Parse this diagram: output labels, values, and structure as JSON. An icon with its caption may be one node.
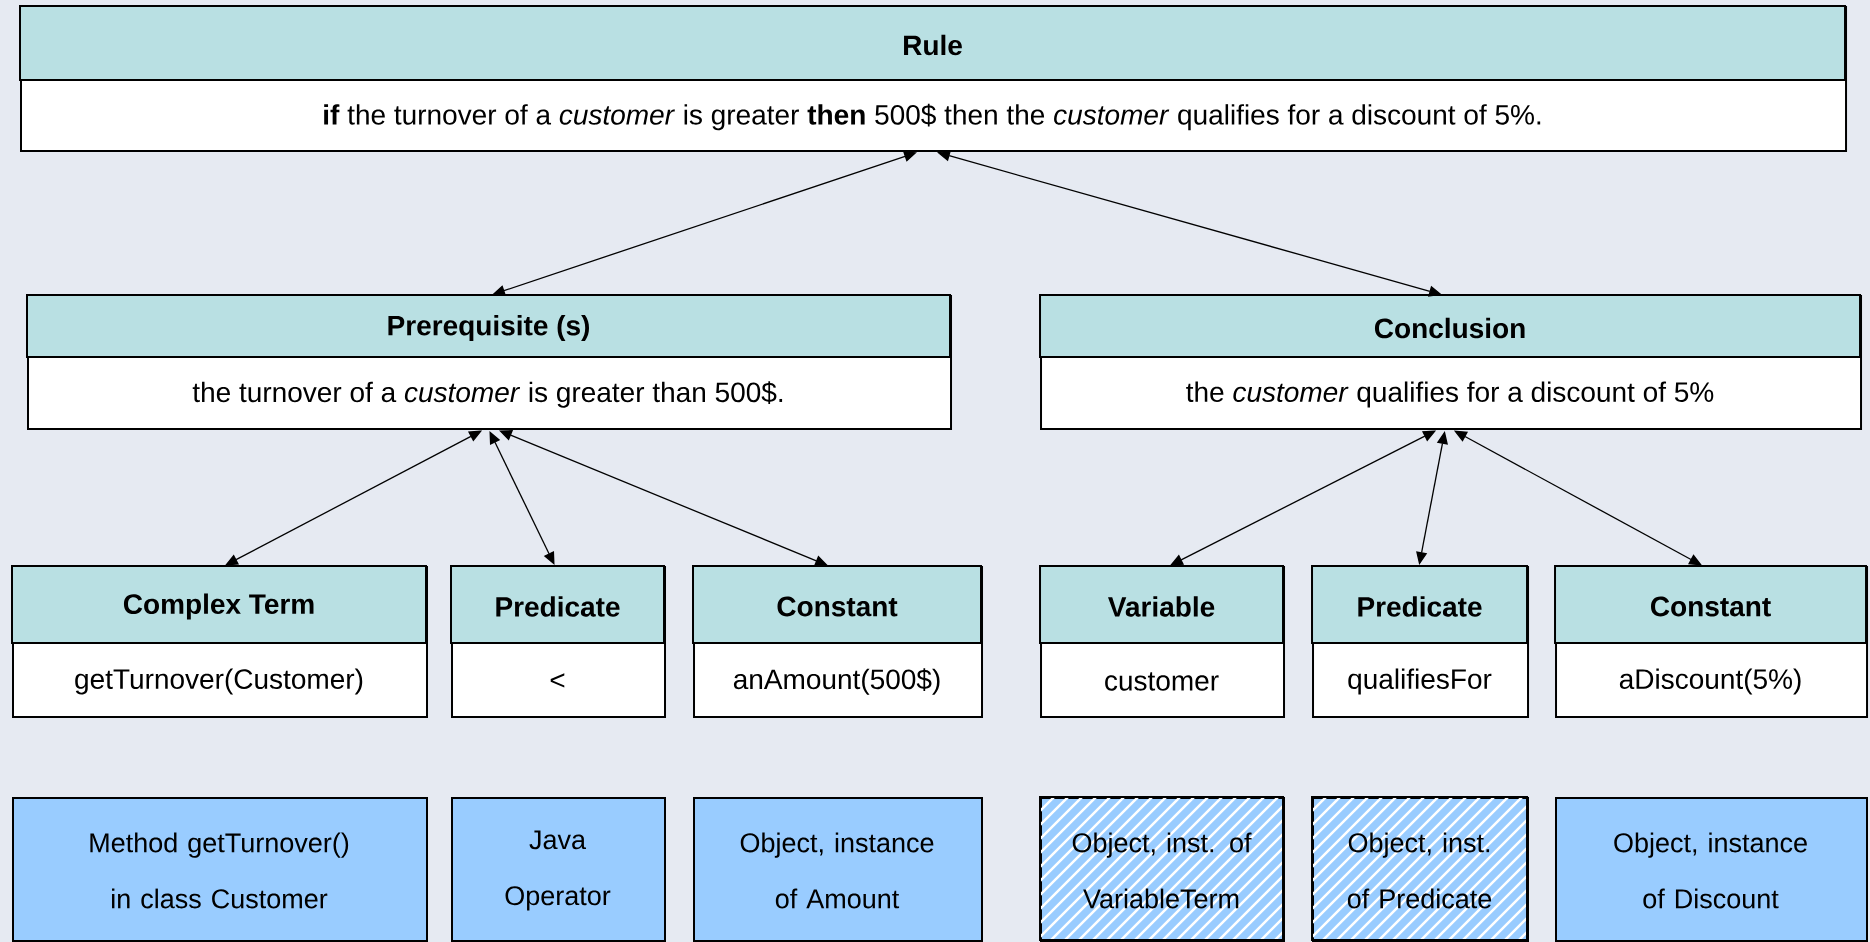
{
  "diagram": {
    "nodes": [
      {
        "text": [
          "Rule",
          "**if** the turnover of a *customer* is greater **then** 500$ then the *customer* qualifies for a discount of 5%."
        ]
      },
      {
        "text": [
          "Prerequisite (s)",
          "the turnover of a *customer* is greater than 500$."
        ]
      },
      {
        "text": [
          "Conclusion",
          "the *customer* qualifies for a discount of 5%"
        ]
      },
      {
        "text": [
          "Complex Term",
          "getTurnover(Customer)"
        ]
      },
      {
        "text": [
          "Predicate",
          "<"
        ]
      },
      {
        "text": [
          "Constant",
          "anAmount(500$)"
        ]
      },
      {
        "text": [
          "Variable",
          "customer"
        ]
      },
      {
        "text": [
          "Predicate",
          "qualifiesFor"
        ]
      },
      {
        "text": [
          "Constant",
          "aDiscount(5%)"
        ]
      },
      {
        "text": [
          "Method getTurnover() in class Customer"
        ]
      },
      {
        "text": [
          "Java Operator"
        ]
      },
      {
        "text": [
          "Object, instance of Amount"
        ]
      },
      {
        "text": [
          "Object, inst. of VariableTerm"
        ]
      },
      {
        "text": [
          "Object, inst. of Predicate"
        ]
      },
      {
        "text": [
          "Object, instance of Discount"
        ]
      }
    ],
    "edges": [
      {
        "from": 0,
        "to": 1,
        "arrow": "both"
      },
      {
        "from": 0,
        "to": 2,
        "arrow": "both"
      },
      {
        "from": 1,
        "to": 3,
        "arrow": "both"
      },
      {
        "from": 1,
        "to": 4,
        "arrow": "both"
      },
      {
        "from": 1,
        "to": 5,
        "arrow": "both"
      },
      {
        "from": 2,
        "to": 6,
        "arrow": "both"
      },
      {
        "from": 2,
        "to": 7,
        "arrow": "both"
      },
      {
        "from": 2,
        "to": 8,
        "arrow": "both"
      }
    ]
  }
}
